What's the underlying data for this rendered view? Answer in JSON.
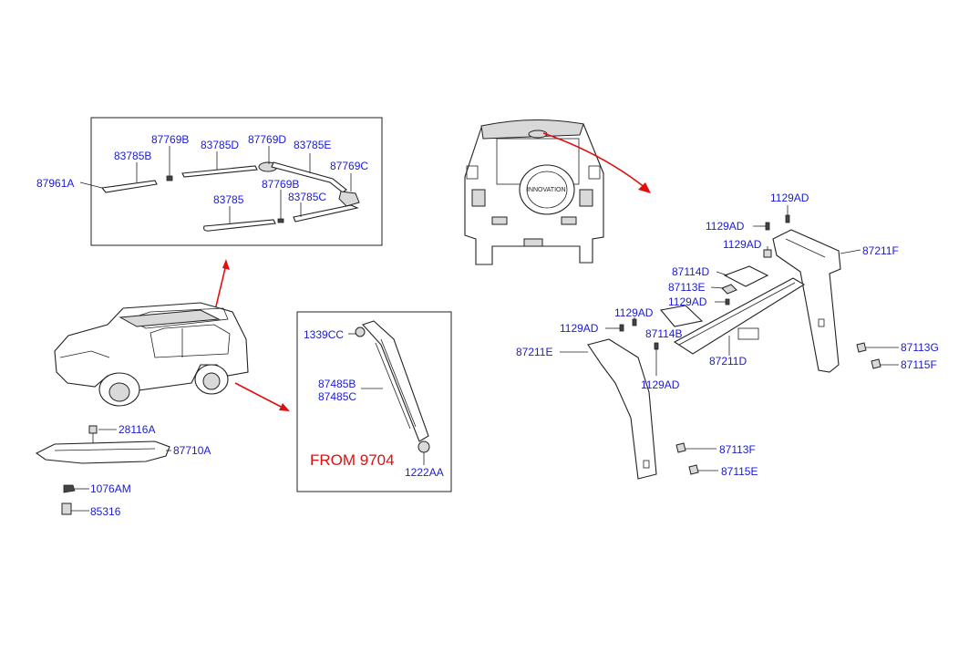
{
  "note": "FROM 9704",
  "labels": {
    "p87961A": "87961A",
    "p87769B_a": "87769B",
    "p83785B": "83785B",
    "p83785D": "83785D",
    "p87769D": "87769D",
    "p83785E": "83785E",
    "p87769C": "87769C",
    "p83785": "83785",
    "p87769B_b": "87769B",
    "p83785C": "83785C",
    "p1339CC": "1339CC",
    "p87485B": "87485B",
    "p87485C": "87485C",
    "p1222AA": "1222AA",
    "p28116A": "28116A",
    "p87710A": "87710A",
    "p1076AM": "1076AM",
    "p85316": "85316",
    "p1129AD_1": "1129AD",
    "p1129AD_2": "1129AD",
    "p1129AD_3": "1129AD",
    "p87211F": "87211F",
    "p87114D": "87114D",
    "p87113E": "87113E",
    "p1129AD_4": "1129AD",
    "p1129AD_5": "1129AD",
    "p1129AD_6": "1129AD",
    "p87114B": "87114B",
    "p87211E": "87211E",
    "p87211D": "87211D",
    "p1129AD_7": "1129AD",
    "p87113G": "87113G",
    "p87115F": "87115F",
    "p87113F": "87113F",
    "p87115E": "87115E",
    "tire_text": "INNOVATION"
  },
  "colors": {
    "label": "#1a1ad6",
    "note": "#e01010",
    "arrow": "#e01010",
    "line": "#222222"
  }
}
